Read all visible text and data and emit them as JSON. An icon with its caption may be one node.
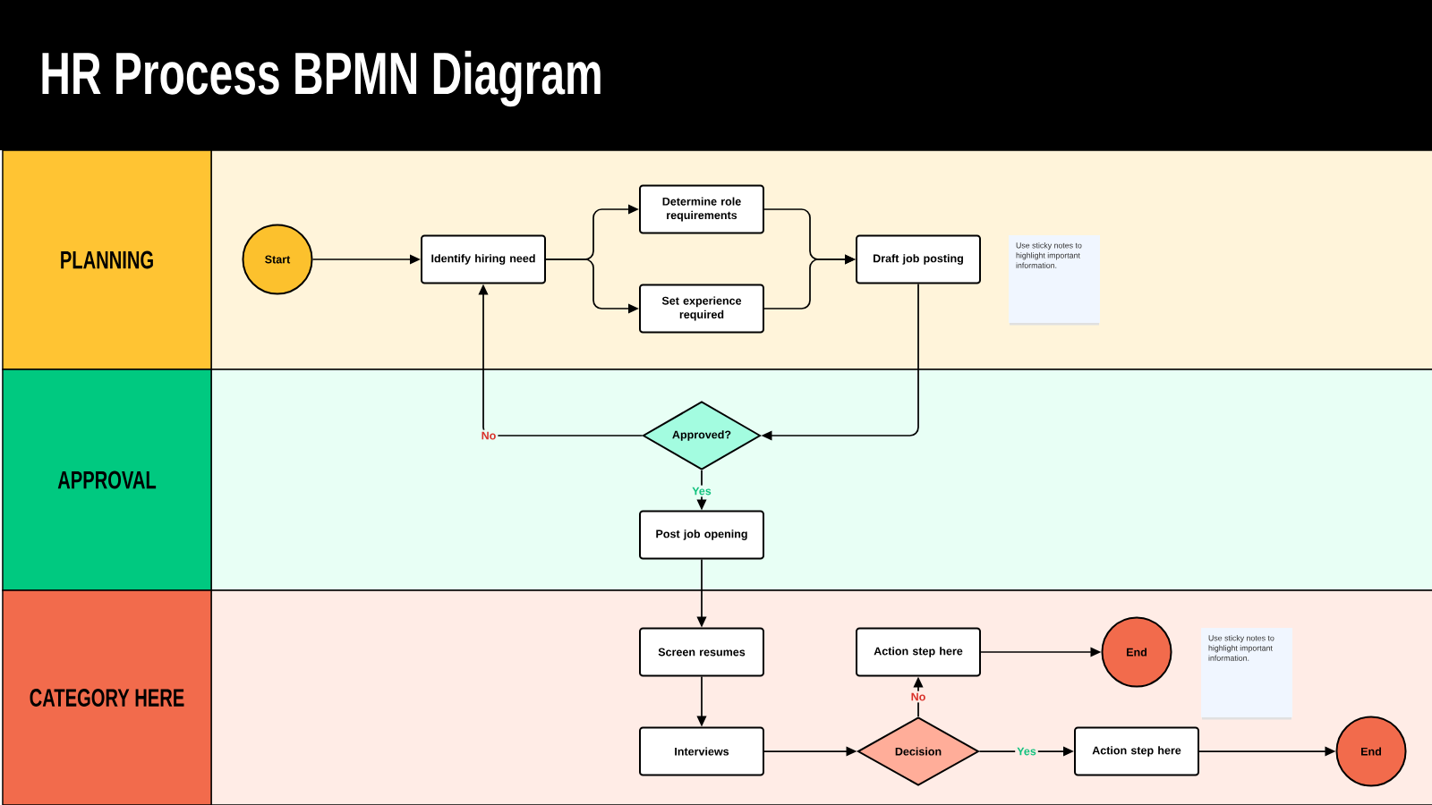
{
  "diagram": {
    "title": "HR Process BPMN Diagram",
    "nodes": [
      {
        "text": [
          "PLANNING"
        ]
      },
      {
        "text": [
          "APPROVAL"
        ]
      },
      {
        "text": [
          "CATEGORY HERE"
        ]
      },
      {
        "text": [
          "Start"
        ]
      },
      {
        "text": [
          "Identify hiring need"
        ]
      },
      {
        "text": [
          "Determine role requirements"
        ]
      },
      {
        "text": [
          "Set experience required"
        ]
      },
      {
        "text": [
          "Draft job posting"
        ]
      },
      {
        "text": [
          "Use sticky notes to highlight important information."
        ]
      },
      {
        "text": [
          "Approved?"
        ]
      },
      {
        "text": [
          "Post job opening"
        ]
      },
      {
        "text": [
          "Screen resumes"
        ]
      },
      {
        "text": [
          "Action step here"
        ]
      },
      {
        "text": [
          "End"
        ]
      },
      {
        "text": [
          "Use sticky notes to highlight important information."
        ]
      },
      {
        "text": [
          "Interviews"
        ]
      },
      {
        "text": [
          "Decision"
        ]
      },
      {
        "text": [
          "Action step here"
        ]
      },
      {
        "text": [
          "End"
        ]
      }
    ],
    "edges": [
      {
        "from": 3,
        "to": 4,
        "arrow": "to"
      },
      {
        "from": 4,
        "to": 5,
        "arrow": "to"
      },
      {
        "from": 4,
        "to": 6,
        "arrow": "to"
      },
      {
        "from": 5,
        "to": 7,
        "arrow": "to"
      },
      {
        "from": 6,
        "to": 7,
        "arrow": "to"
      },
      {
        "from": 7,
        "to": 9,
        "arrow": "to"
      },
      {
        "from": 9,
        "to": 4,
        "arrow": "to",
        "label": "No"
      },
      {
        "from": 9,
        "to": 10,
        "arrow": "to",
        "label": "Yes"
      },
      {
        "from": 10,
        "to": 11,
        "arrow": "to"
      },
      {
        "from": 11,
        "to": 15,
        "arrow": "to"
      },
      {
        "from": 15,
        "to": 16,
        "arrow": "to"
      },
      {
        "from": 16,
        "to": 12,
        "arrow": "to",
        "label": "No"
      },
      {
        "from": 16,
        "to": 17,
        "arrow": "to",
        "label": "Yes"
      },
      {
        "from": 12,
        "to": 13,
        "arrow": "to"
      },
      {
        "from": 17,
        "to": 18,
        "arrow": "to"
      }
    ]
  }
}
